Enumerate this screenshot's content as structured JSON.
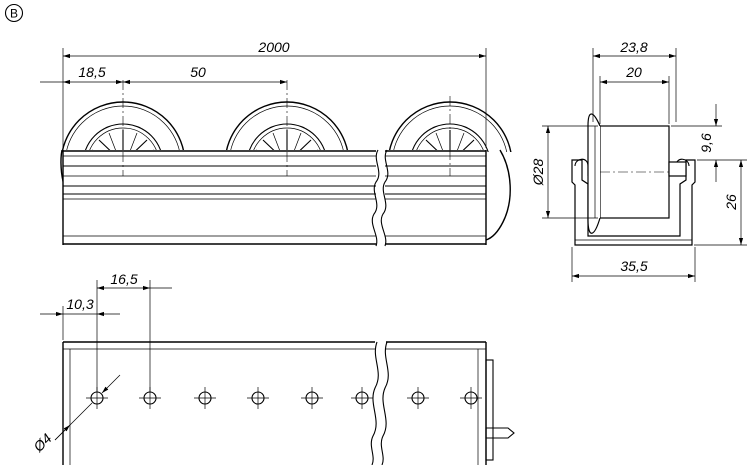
{
  "view_label": "B",
  "dimensions": {
    "overall_length": "2000",
    "first_roller_offset": "18,5",
    "roller_pitch": "50",
    "roller_axle_width": "23,8",
    "roller_width": "20",
    "roller_diameter": "Ø28",
    "roller_top_offset": "9,6",
    "profile_height": "26",
    "profile_width": "35,5",
    "hole_pitch": "16,5",
    "first_hole_offset": "10,3",
    "hole_diameter": "Ø4"
  }
}
